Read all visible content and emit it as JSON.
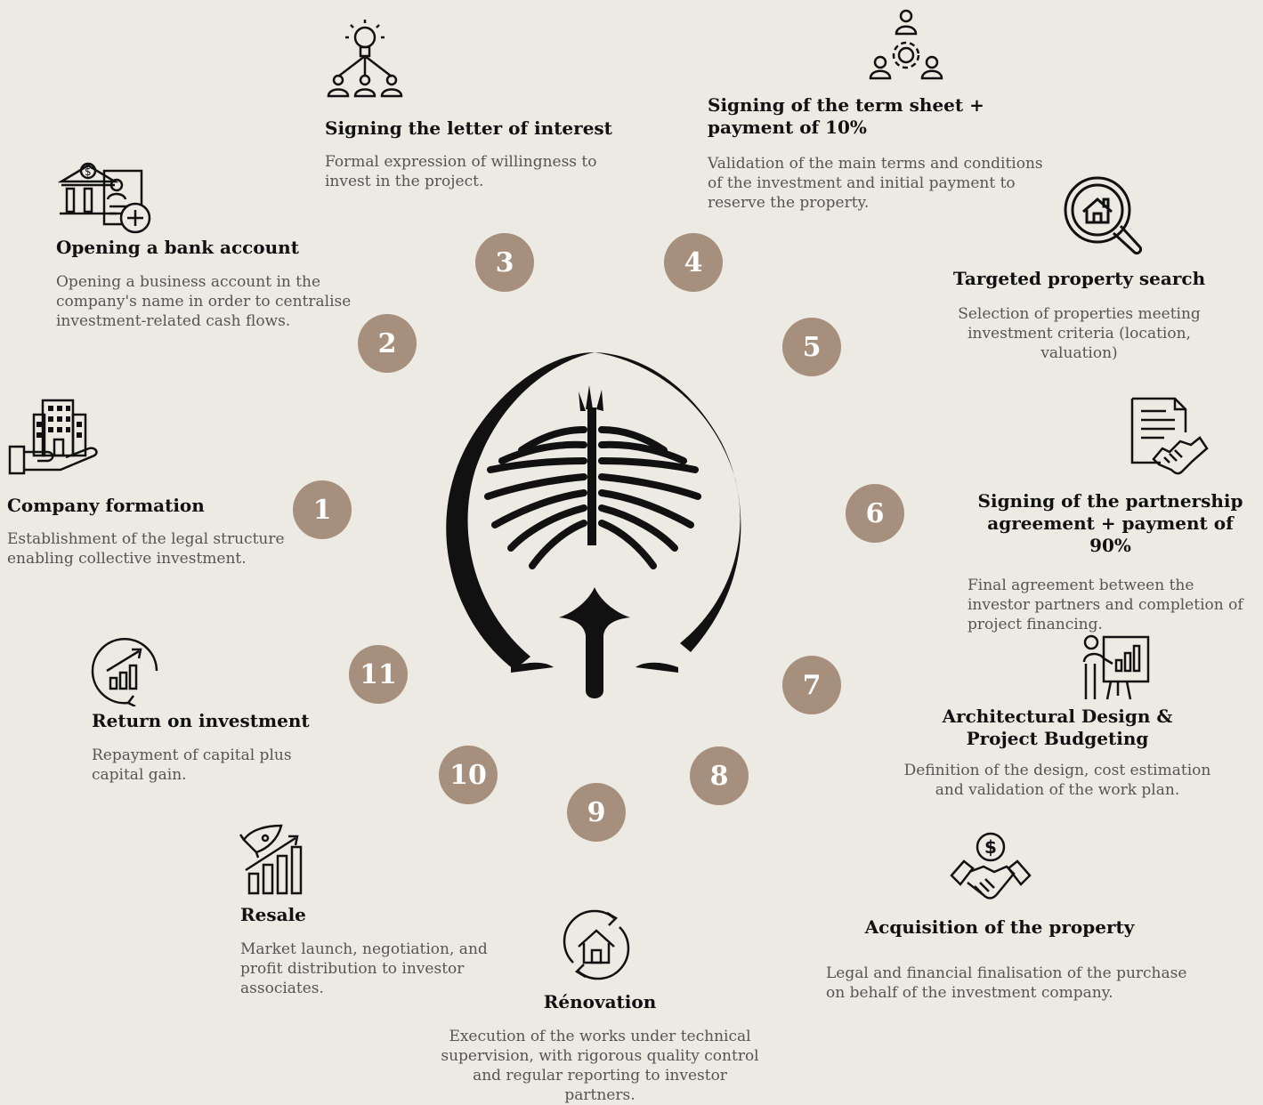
{
  "steps": [
    {
      "number": "1",
      "title": "Company formation",
      "description": "Establishment of the legal structure enabling collective investment."
    },
    {
      "number": "2",
      "title": "Opening a bank account",
      "description": "Opening a business account in the company's name in order to centralise investment-related cash flows."
    },
    {
      "number": "3",
      "title": "Signing the letter of interest",
      "description": "Formal expression of willingness to invest in the project."
    },
    {
      "number": "4",
      "title": "Signing of the term sheet + payment of 10%",
      "description": "Validation of the main terms and conditions of the investment and initial payment to reserve the property."
    },
    {
      "number": "5",
      "title": "Targeted property search",
      "description": "Selection of properties meeting investment criteria (location, valuation)"
    },
    {
      "number": "6",
      "title": "Signing of the partnership agreement + payment of 90%",
      "description": "Final agreement between the investor partners and completion of project financing."
    },
    {
      "number": "7",
      "title": "Architectural Design & Project Budgeting",
      "description": "Definition of the design, cost estimation and validation of the work plan."
    },
    {
      "number": "8",
      "title": "Acquisition of the property",
      "description": "Legal and financial finalisation of the purchase on behalf of the investment company."
    },
    {
      "number": "9",
      "title": "Rénovation",
      "description": "Execution of the works under technical supervision, with rigorous quality control and regular reporting to investor partners."
    },
    {
      "number": "10",
      "title": "Resale",
      "description": "Market launch, negotiation, and profit distribution to investor associates."
    },
    {
      "number": "11",
      "title": "Return on investment",
      "description": "Repayment of capital plus capital gain."
    }
  ],
  "icons": {
    "step1": "building-in-hand-icon",
    "step2": "bank-document-add-icon",
    "step3": "idea-team-icon",
    "step4": "team-gear-icon",
    "step5": "house-search-icon",
    "step6": "contract-handshake-icon",
    "step7": "presentation-chart-icon",
    "step8": "handshake-dollar-icon",
    "step9": "house-refresh-icon",
    "step10": "rocket-growth-chart-icon",
    "step11": "growth-chart-circle-icon",
    "center": "palm-emblem"
  },
  "colors": {
    "badge": "#a68f7c",
    "background": "#edeae4"
  }
}
